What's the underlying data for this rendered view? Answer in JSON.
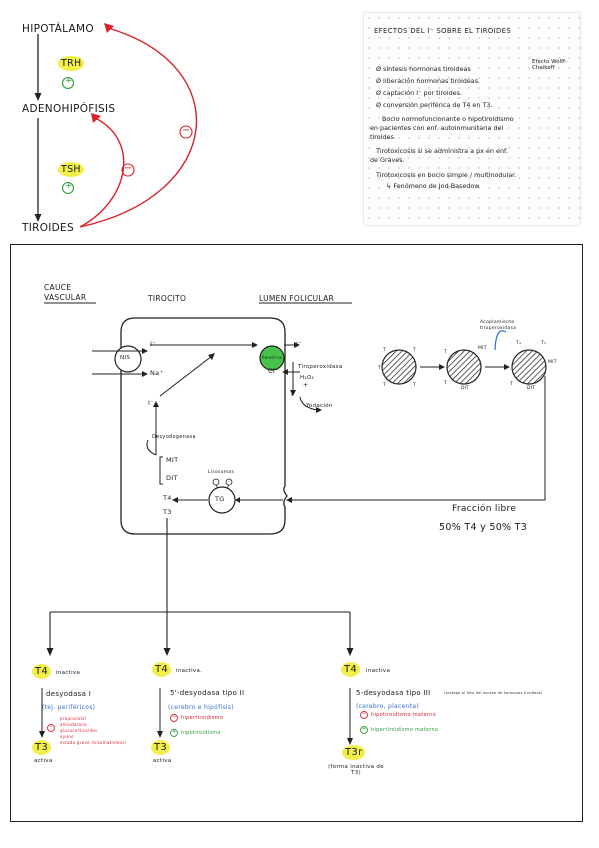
{
  "axis": {
    "hipotalamo": "HIPOTÁLAMO",
    "trh": "TRH",
    "plus1": "+",
    "adenohipofisis": "ADENOHIPÓFISIS",
    "tsh": "TSH",
    "plus2": "+",
    "tiroides": "TIROIDES",
    "minus_outer": "−",
    "minus_inner": "−"
  },
  "effects": {
    "title": "EFECTOS DEL I⁻ SOBRE EL TIROIDES",
    "items": [
      "Ø síntesis hormonas tiroideas",
      "Ø liberación hormonas tiroideas.",
      "Ø captación I⁻ por tiroides.",
      "Ø conversión periférica de T4 en T3.",
      "Bocio normofuncionante o hipotiroidismo",
      "en pacientes con enf. autoinmunitaria del",
      "tiroides.",
      "Tirotoxicosis si se administra a px en enf.",
      "de Graves.",
      "Tirotoxicosis en bocio simple / multinodular.",
      "↳ Fenómeno de Jod-Basedow"
    ],
    "wolff": "Efecto Wolff-Chaikoff"
  },
  "diagram": {
    "col_cauce": "CAUCE VASCULAR",
    "col_tirocito": "TIROCITO",
    "col_lumen": "LUMEN FOLICULAR",
    "nis": "NIS",
    "i_in": "I⁻",
    "na": "Na⁺",
    "i_cell": "I⁻",
    "pendrina": "Pendrina",
    "i_lumen": "I⁻",
    "cl": "Cl⁻",
    "tiroperoxidasa": "Tiroperoxidasa",
    "h2o2": "H₂O₂",
    "plus": "+",
    "i_ox": "I",
    "yodacion": "Yodación",
    "desyodasa_loop": "Desyodogenasa",
    "mit": "MIT",
    "dit": "DIT",
    "t4": "T4",
    "t3": "T3",
    "lisosomas": "Lisosomas",
    "tg": "TG",
    "acoplamiento": "Acoplamiento tiroperoxidasa",
    "fraccion_title": "Fracción libre",
    "fraccion_value": "50% T4 y 50% T3",
    "circle_labels": {
      "t": "T",
      "mit": "MIT",
      "dit": "DIT",
      "t4": "T₄",
      "t3": "T₃"
    }
  },
  "branches": [
    {
      "hormone": "T4",
      "state": "inactiva",
      "enzyme": "desyodasa I",
      "location": "(tej. periféricos)",
      "notes": [
        "propranolol",
        "amiodarona",
        "glucocorticoides",
        "ayuno",
        "estado grave (traumatismos)"
      ],
      "note_sign": "−",
      "product": "T3",
      "product_state": "activa"
    },
    {
      "hormone": "T4",
      "state": "inactiva.",
      "enzyme": "5'-desyodasa tipo II",
      "location": "(cerebro e hipófisis)",
      "reg": [
        {
          "sign": "−",
          "text": "hipertiroidismo",
          "color": "red"
        },
        {
          "sign": "+",
          "text": "hipotiroidismo",
          "color": "green"
        }
      ],
      "product": "T3",
      "product_state": "activa"
    },
    {
      "hormone": "T4",
      "state": "inactiva",
      "enzyme": "5-desyodasa tipo III",
      "enzyme_note": "(protege al feto del exceso de hormonas tiroideas)",
      "location": "(cerebro, placenta)",
      "reg": [
        {
          "sign": "−",
          "text": "hipotiroidismo materno",
          "color": "red"
        },
        {
          "sign": "+",
          "text": "hipertiroidismo materno",
          "color": "green"
        }
      ],
      "product": "T3r",
      "product_state": "(forma inactiva de T3)"
    }
  ],
  "colors": {
    "red": "#d9232c",
    "green": "#2a9d3a",
    "blue": "#2f6fd6",
    "highlight": "#f3ef4a",
    "pendrina": "#46c24a"
  }
}
